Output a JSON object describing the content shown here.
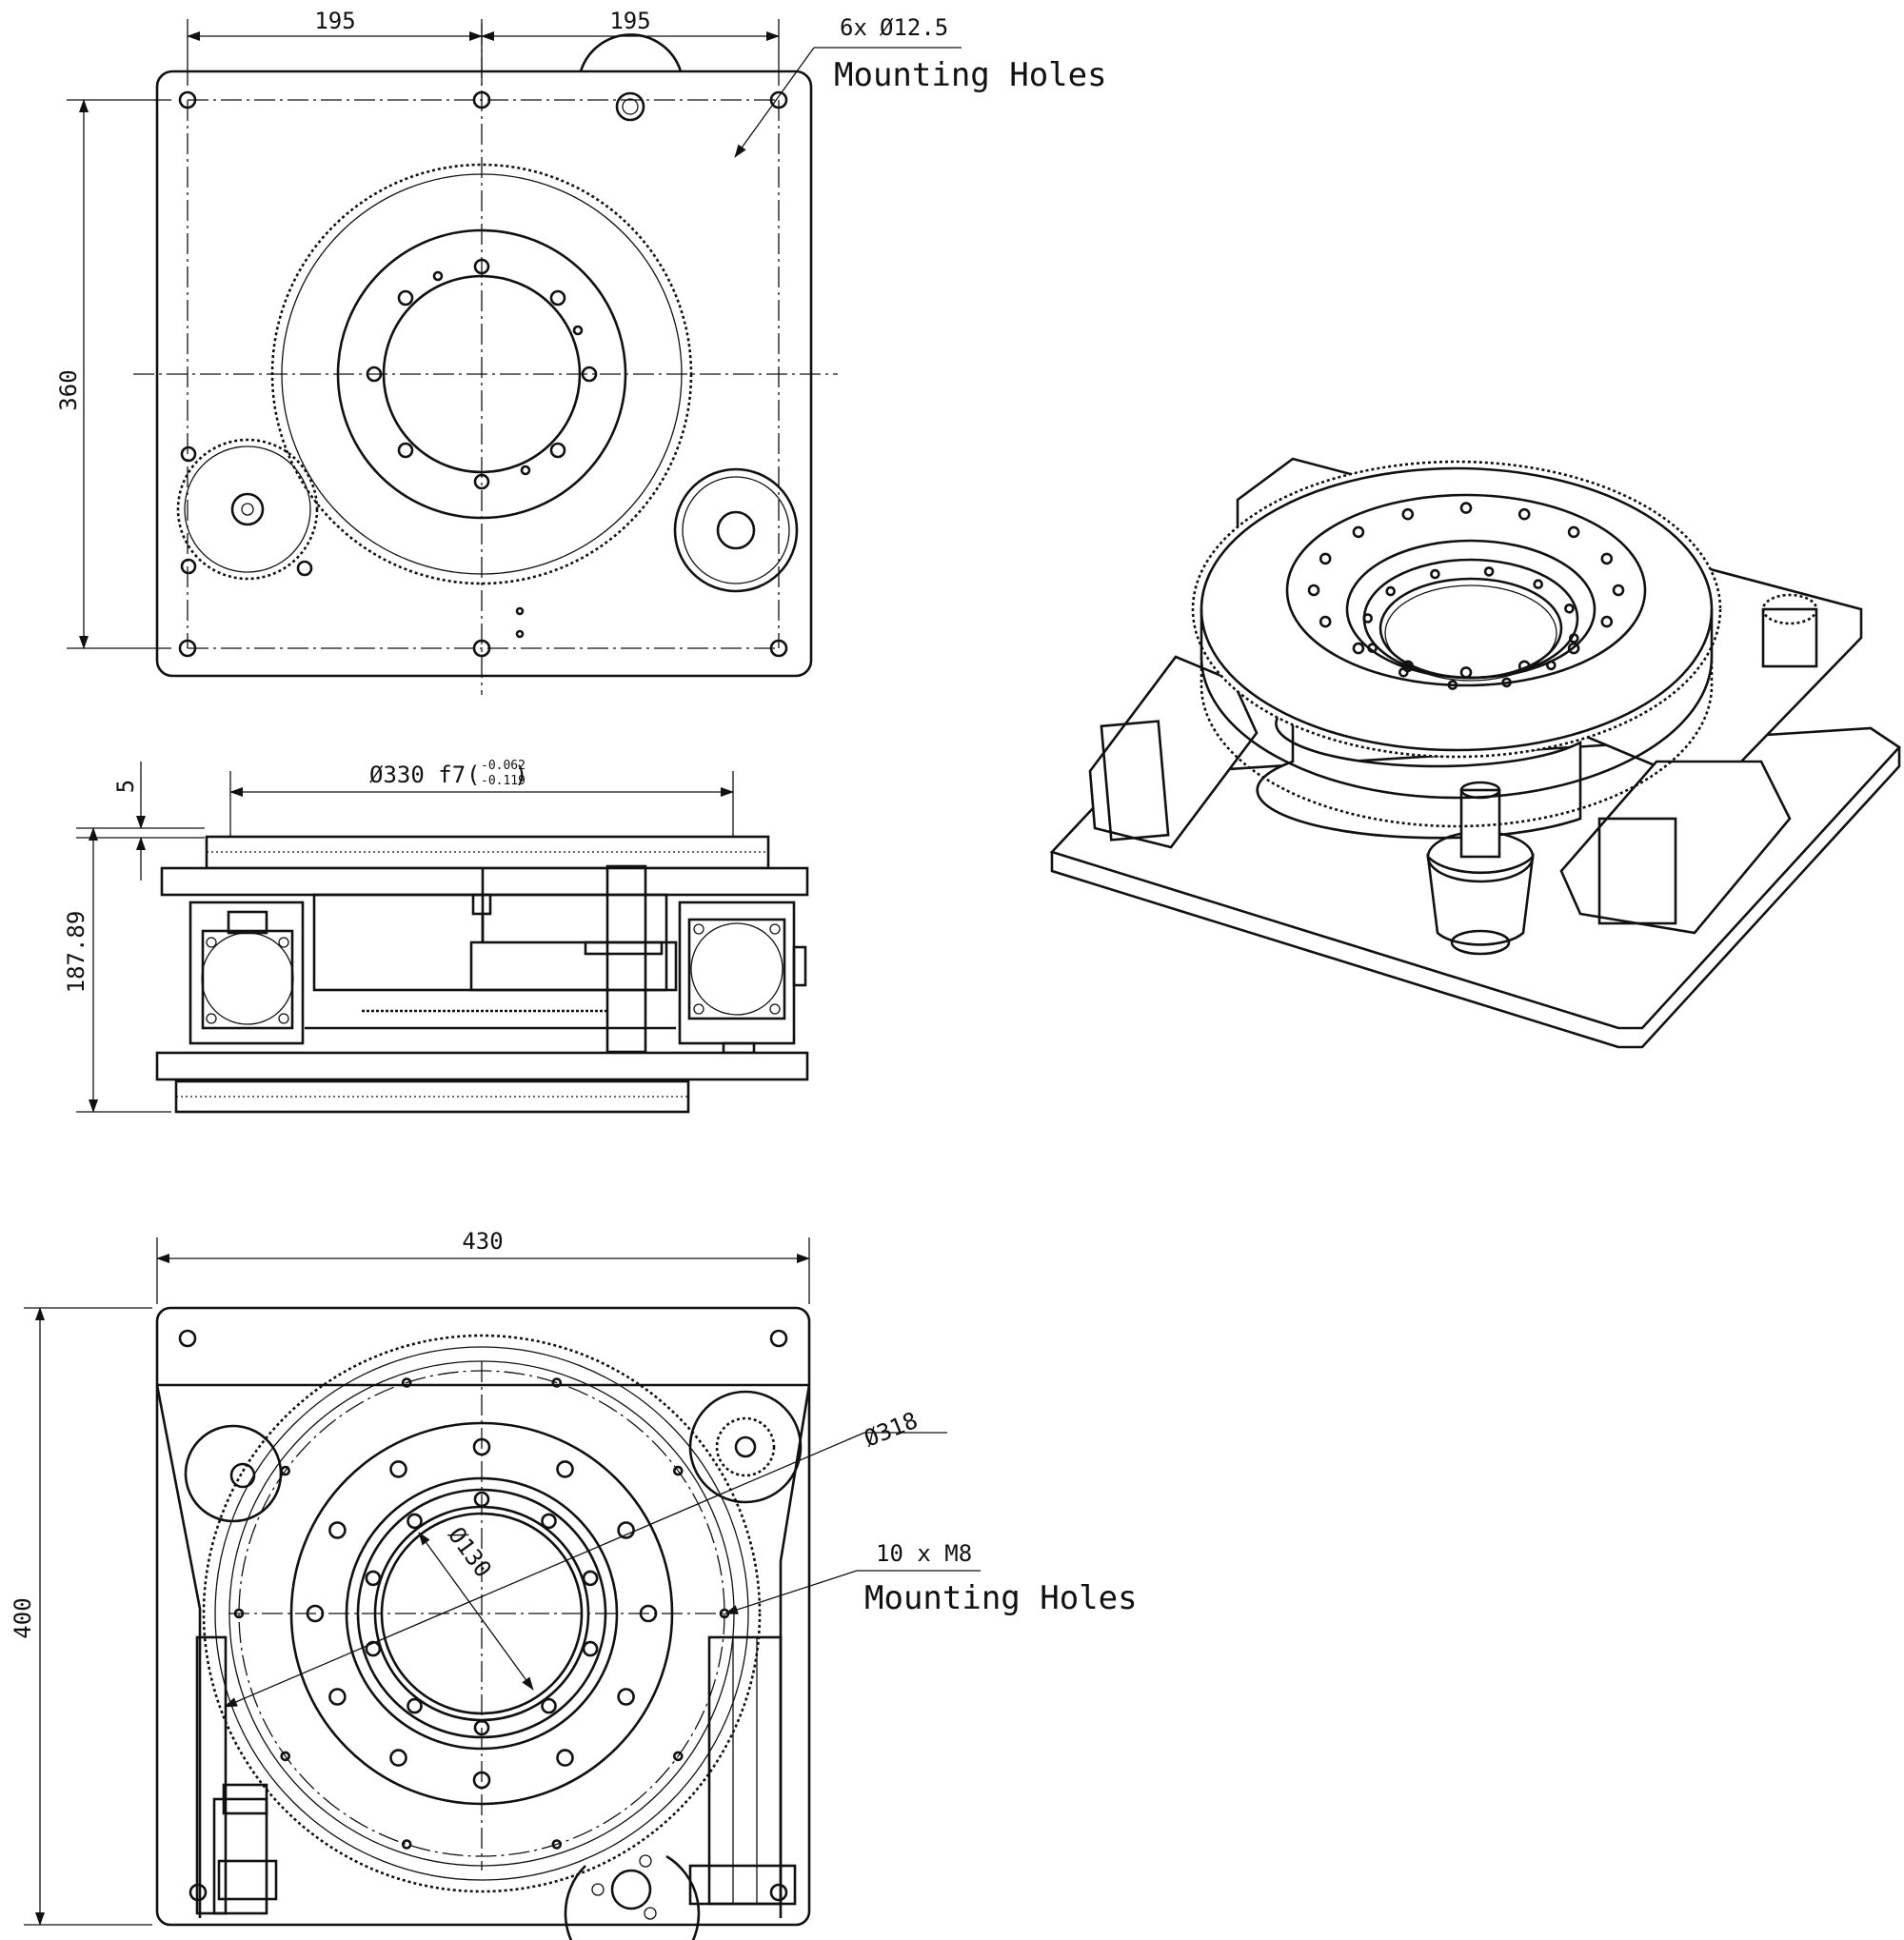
{
  "top_view": {
    "dim_width_left": "195",
    "dim_width_right": "195",
    "dim_height": "360",
    "holes_callout_count": "6x",
    "holes_callout_diameter": "Ø12.5",
    "holes_callout_label": "Mounting Holes"
  },
  "side_view": {
    "dim_top_offset": "5",
    "dim_height": "187.89",
    "dim_diameter": "Ø330 f7",
    "tolerance_upper": "-0.062",
    "tolerance_lower": "-0.119"
  },
  "bottom_view": {
    "dim_width": "430",
    "dim_height": "400",
    "dim_pcd": "Ø318",
    "dim_inner": "Ø130",
    "holes_callout_spec": "10 x  M8",
    "holes_callout_label": "Mounting Holes"
  },
  "iso_view": {}
}
